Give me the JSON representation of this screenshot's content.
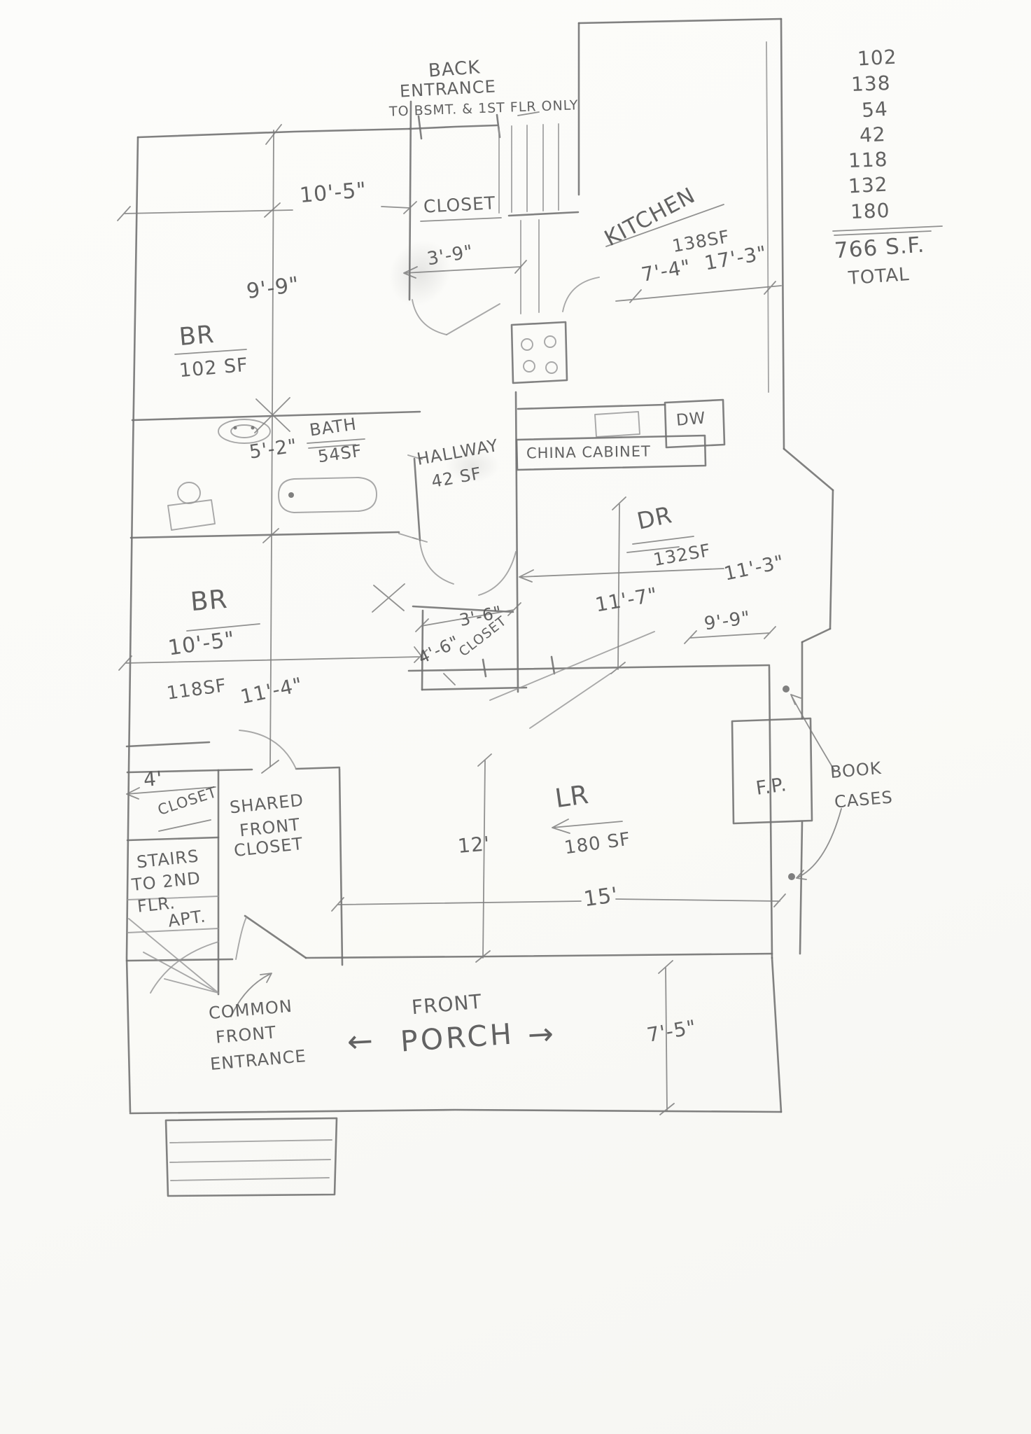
{
  "meta": {
    "type": "hand-drawn first-floor apartment floor plan sketch in pencil",
    "pencil_color": "#6f6f6f",
    "paper_color": "#fbfbf8"
  },
  "area_summary": {
    "values": [
      "102",
      "138",
      "54",
      "42",
      "118",
      "132",
      "180"
    ],
    "total_value": "766 S.F.",
    "total_label": "TOTAL"
  },
  "back_entrance": {
    "line1": "BACK",
    "line2": "ENTRANCE",
    "line3": "TO BSMT. & 1ST FLR ONLY"
  },
  "rooms": {
    "br1": {
      "name": "BR",
      "area": "102 SF"
    },
    "bath": {
      "name": "BATH",
      "area": "54SF"
    },
    "hallway": {
      "name": "HALLWAY",
      "area": "42 SF"
    },
    "kitchen": {
      "name": "KITCHEN",
      "area": "138SF"
    },
    "dr": {
      "name": "DR",
      "area": "132SF"
    },
    "br2": {
      "name": "BR",
      "area": "118SF"
    },
    "lr": {
      "name": "LR",
      "area": "180 SF"
    }
  },
  "closets": {
    "top_closet": "CLOSET",
    "mid_closet": "CLOSET",
    "left_closet": "CLOSET",
    "shared": {
      "line1": "SHARED",
      "line2": "FRONT",
      "line3": "CLOSET"
    }
  },
  "stairs": {
    "line1": "STAIRS",
    "line2": "TO 2ND",
    "line3": "FLR.",
    "line4": "APT."
  },
  "fixtures": {
    "china_cabinet": "CHINA CABINET",
    "dishwasher": "DW",
    "fireplace": "F.P.",
    "bookcases_line1": "BOOK",
    "bookcases_line2": "CASES"
  },
  "entrance": {
    "line1": "COMMON",
    "line2": "FRONT",
    "line3": "ENTRANCE"
  },
  "porch": {
    "label1": "FRONT",
    "label2": "PORCH"
  },
  "icons": {
    "porch_arrow_left": "←",
    "porch_arrow_right": "→"
  },
  "dimensions": {
    "br1_width": "10'-5\"",
    "br1_depth": "9'-9\"",
    "top_closet_width": "3'-9\"",
    "kitchen_width": "7'-4\"",
    "kitchen_length": "17'-3\"",
    "bath_width": "5'-2\"",
    "dr_width": "11'-3\"",
    "dr_depth": "11'-7\"",
    "br2_width": "10'-5\"",
    "br2_depth": "11'-4\"",
    "mid_closet_width": "3'-6\"",
    "mid_closet_depth": "4'-6\"",
    "lr_offset": "9'-9\"",
    "left_closet_width": "4'",
    "lr_depth": "12'",
    "lr_width": "15'",
    "porch_depth": "7'-5\""
  }
}
